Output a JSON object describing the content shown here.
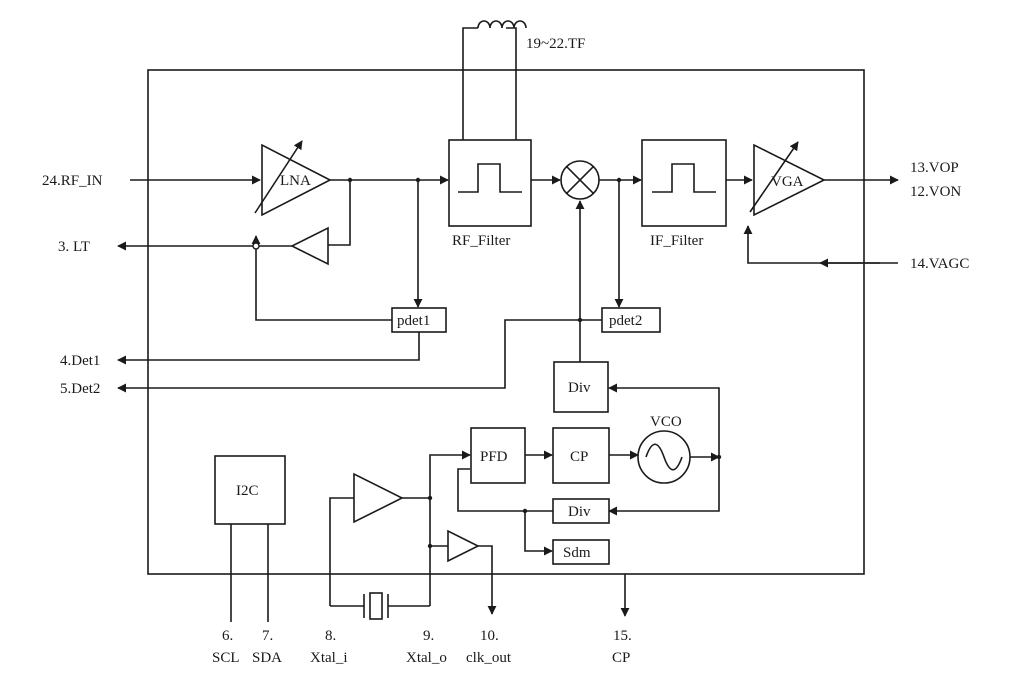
{
  "pins": {
    "tf": "19~22.TF",
    "rf_in": "24.RF_IN",
    "lt": "3. LT",
    "det1": "4.Det1",
    "det2": "5.Det2",
    "vop": "13.VOP",
    "von": "12.VON",
    "vagc": "14.VAGC",
    "scl_num": "6.",
    "scl": "SCL",
    "sda_num": "7.",
    "sda": "SDA",
    "xtal_i_num": "8.",
    "xtal_i": "Xtal_i",
    "xtal_o_num": "9.",
    "xtal_o": "Xtal_o",
    "clk_out_num": "10.",
    "clk_out": "clk_out",
    "cp_num": "15.",
    "cp": "CP"
  },
  "blocks": {
    "lna": "LNA",
    "rf_filter": "RF_Filter",
    "if_filter": "IF_Filter",
    "vga": "VGA",
    "pdet1": "pdet1",
    "pdet2": "pdet2",
    "div_top": "Div",
    "vco": "VCO",
    "pfd": "PFD",
    "cp": "CP",
    "div_bottom": "Div",
    "sdm": "Sdm",
    "i2c": "I2C"
  }
}
